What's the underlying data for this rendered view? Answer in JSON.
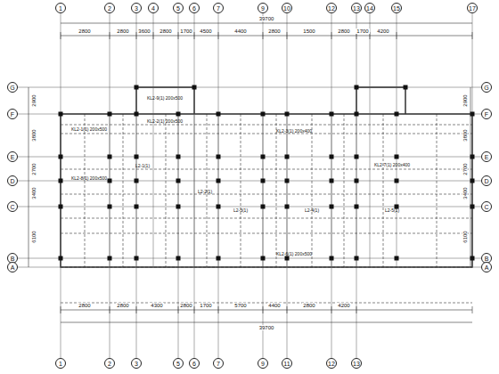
{
  "diagram": {
    "nodes": [
      {
        "text": [
          "1"
        ]
      },
      {
        "text": [
          "2"
        ]
      },
      {
        "text": [
          "3"
        ]
      },
      {
        "text": [
          "4"
        ]
      },
      {
        "text": [
          "5"
        ]
      },
      {
        "text": [
          "6"
        ]
      },
      {
        "text": [
          "7"
        ]
      },
      {
        "text": [
          "9"
        ]
      },
      {
        "text": [
          "10"
        ]
      },
      {
        "text": [
          "12"
        ]
      },
      {
        "text": [
          "13"
        ]
      },
      {
        "text": [
          "14"
        ]
      },
      {
        "text": [
          "15"
        ]
      },
      {
        "text": [
          "17"
        ]
      },
      {
        "text": [
          "G"
        ]
      },
      {
        "text": [
          "F"
        ]
      },
      {
        "text": [
          "E"
        ]
      },
      {
        "text": [
          "D"
        ]
      },
      {
        "text": [
          "C"
        ]
      },
      {
        "text": [
          "B"
        ]
      },
      {
        "text": [
          "A"
        ]
      },
      {
        "text": [
          "G"
        ]
      },
      {
        "text": [
          "F"
        ]
      },
      {
        "text": [
          "E"
        ]
      },
      {
        "text": [
          "D"
        ]
      },
      {
        "text": [
          "C"
        ]
      },
      {
        "text": [
          "B"
        ]
      },
      {
        "text": [
          "A"
        ]
      },
      {
        "text": [
          "1"
        ]
      },
      {
        "text": [
          "2"
        ]
      },
      {
        "text": [
          "3"
        ]
      },
      {
        "text": [
          "5"
        ]
      },
      {
        "text": [
          "6"
        ]
      },
      {
        "text": [
          "7"
        ]
      },
      {
        "text": [
          "9"
        ]
      },
      {
        "text": [
          "11"
        ]
      },
      {
        "text": [
          "12"
        ]
      },
      {
        "text": [
          "13"
        ]
      }
    ],
    "labels": [
      "39700",
      "2800",
      "2800",
      "3600",
      "2800",
      "1700",
      "4500",
      "4400",
      "2800",
      "1500",
      "2800",
      "1700",
      "4200",
      "2800",
      "2800",
      "4300",
      "2800",
      "1700",
      "5700",
      "4400",
      "2800",
      "4200",
      "39700",
      "2900",
      "3800",
      "2700",
      "3400",
      "6100",
      "2900",
      "3800",
      "2700",
      "3400",
      "6100",
      "KL2-1(1) 200x500",
      "KL2-2(1) 200x500",
      "KL2-3(1) 200x400",
      "L2-1(1)",
      "L2-2(1)",
      "L2-3(1)",
      "L2-4(1)",
      "L2-5(1)",
      "KL2-6(1) 200x500",
      "KL2-7(1) 200x400",
      "KL2-8(1) 200x500",
      "KL2-9(1) 200x500"
    ]
  }
}
